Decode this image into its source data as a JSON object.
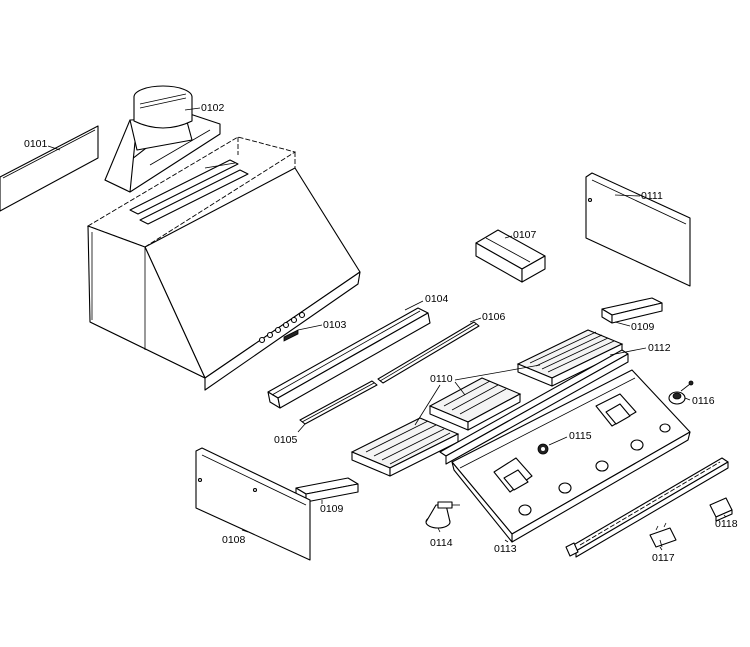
{
  "labels": {
    "p0101": "0101",
    "p0102": "0102",
    "p0103": "0103",
    "p0104": "0104",
    "p0105": "0105",
    "p0106": "0106",
    "p0107": "0107",
    "p0108": "0108",
    "p0109a": "0109",
    "p0109b": "0109",
    "p0110": "0110",
    "p0111": "0111",
    "p0112": "0112",
    "p0113": "0113",
    "p0114": "0114",
    "p0115": "0115",
    "p0116": "0116",
    "p0117": "0117",
    "p0118": "0118"
  }
}
